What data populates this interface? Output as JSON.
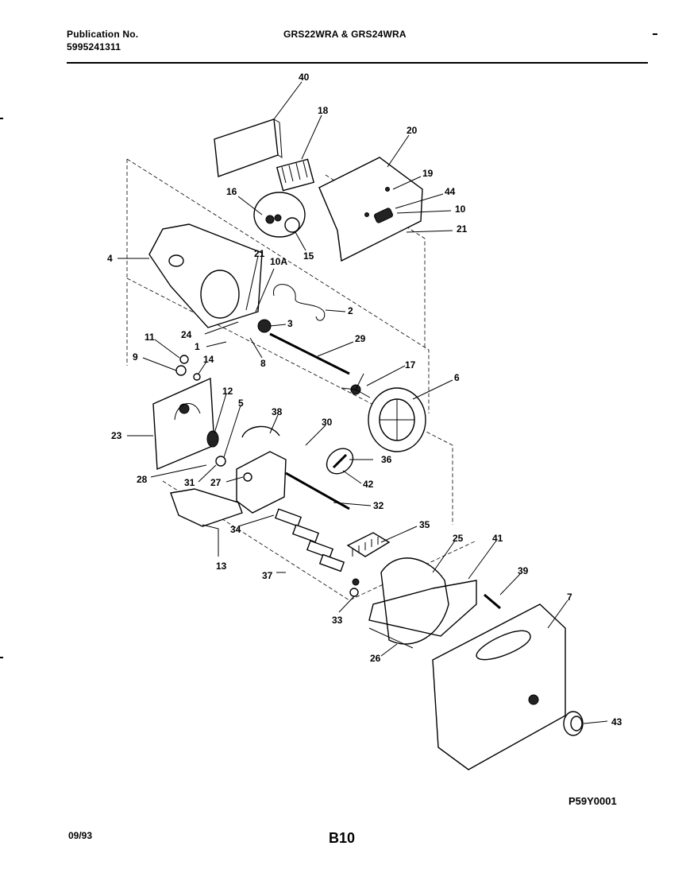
{
  "header": {
    "publication_label": "Publication No.",
    "publication_number": "5995241311",
    "model_numbers": "GRS22WRA & GRS24WRA"
  },
  "footer": {
    "date_code": "09/93",
    "page_code": "B10",
    "diagram_code": "P59Y0001"
  },
  "callouts": [
    "40",
    "18",
    "20",
    "19",
    "44",
    "10",
    "21",
    "16",
    "15",
    "4",
    "21",
    "10A",
    "2",
    "3",
    "24",
    "1",
    "8",
    "29",
    "11",
    "9",
    "14",
    "17",
    "6",
    "12",
    "5",
    "38",
    "30",
    "36",
    "42",
    "23",
    "28",
    "31",
    "27",
    "32",
    "34",
    "35",
    "13",
    "37",
    "33",
    "25",
    "41",
    "39",
    "26",
    "7",
    "43"
  ]
}
